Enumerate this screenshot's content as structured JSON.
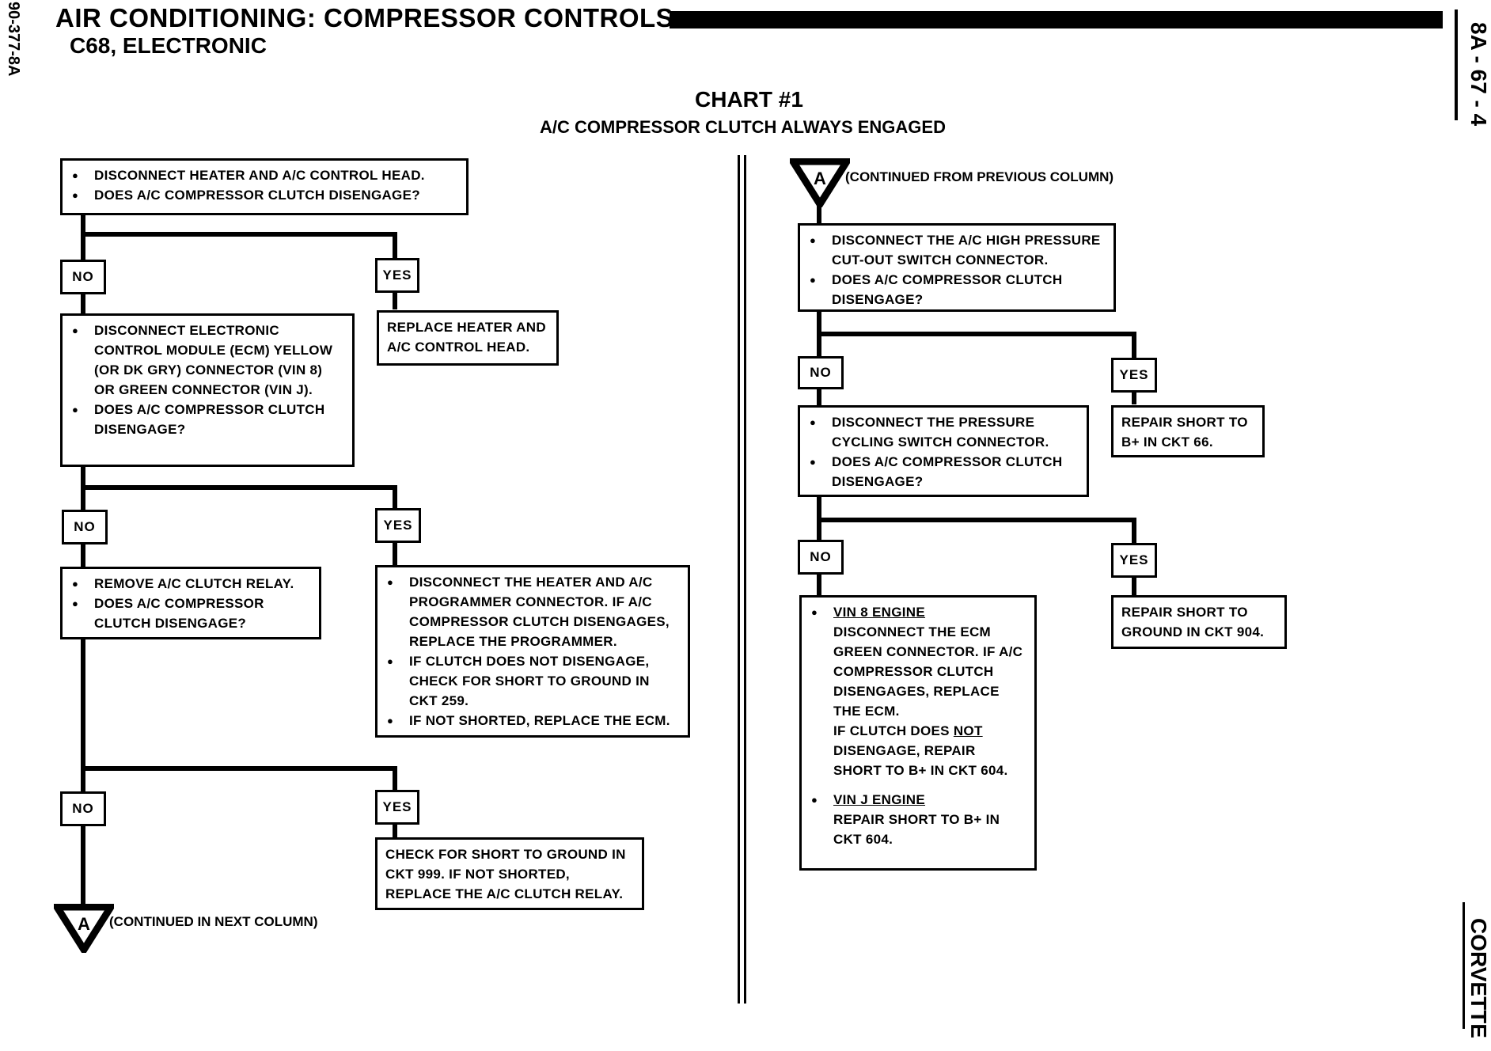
{
  "header": {
    "title": "AIR CONDITIONING:  COMPRESSOR CONTROLS",
    "subtitle": "C68, ELECTRONIC",
    "page_number": "8A - 67 - 4",
    "left_code": "90-377-8A",
    "right_footer": "CORVETTE"
  },
  "chart": {
    "title": "CHART #1",
    "subtitle": "A/C COMPRESSOR CLUTCH ALWAYS ENGAGED"
  },
  "labels": {
    "no": "NO",
    "yes": "YES",
    "connector_letter": "A"
  },
  "left": {
    "step1": [
      "DISCONNECT HEATER AND A/C CONTROL HEAD.",
      "DOES A/C COMPRESSOR CLUTCH DISENGAGE?"
    ],
    "yes1": "REPLACE HEATER AND A/C CONTROL HEAD.",
    "step2": [
      "DISCONNECT ELECTRONIC CONTROL MODULE (ECM) YELLOW (OR DK GRY) CONNECTOR (VIN 8) OR GREEN CONNECTOR (VIN J).",
      "DOES A/C COMPRESSOR CLUTCH DISENGAGE?"
    ],
    "step3": [
      "REMOVE A/C CLUTCH RELAY.",
      "DOES A/C COMPRESSOR CLUTCH DISENGAGE?"
    ],
    "yes2": [
      "DISCONNECT THE HEATER AND A/C PROGRAMMER CONNECTOR.  IF A/C COMPRESSOR CLUTCH DISENGAGES, REPLACE THE PROGRAMMER.",
      "IF CLUTCH DOES NOT DISENGAGE, CHECK FOR SHORT TO GROUND IN CKT 259.",
      "IF NOT SHORTED, REPLACE THE ECM."
    ],
    "yes3": "CHECK FOR SHORT TO GROUND IN CKT 999.  IF NOT SHORTED, REPLACE THE A/C CLUTCH RELAY.",
    "continued": "(CONTINUED IN NEXT COLUMN)"
  },
  "right": {
    "continued": "(CONTINUED FROM PREVIOUS COLUMN)",
    "step1": [
      "DISCONNECT THE A/C HIGH PRESSURE CUT-OUT SWITCH CONNECTOR.",
      "DOES A/C COMPRESSOR CLUTCH DISENGAGE?"
    ],
    "yes1": "REPAIR SHORT TO B+ IN CKT 66.",
    "step2": [
      "DISCONNECT THE PRESSURE CYCLING SWITCH CONNECTOR.",
      "DOES A/C COMPRESSOR CLUTCH DISENGAGE?"
    ],
    "yes2": "REPAIR SHORT TO GROUND IN CKT 904.",
    "step3": {
      "vin8_heading": "VIN 8 ENGINE",
      "vin8_text_a": "DISCONNECT THE ECM GREEN CONNECTOR.  IF A/C COMPRESSOR CLUTCH DISENGAGES, REPLACE THE ECM.",
      "vin8_text_b_pre": "IF CLUTCH DOES ",
      "vin8_text_b_not": "NOT",
      "vin8_text_b_post": " DISENGAGE, REPAIR SHORT TO B+ IN CKT 604.",
      "vinj_heading": "VIN J ENGINE",
      "vinj_text": "REPAIR SHORT TO B+ IN CKT 604."
    }
  }
}
